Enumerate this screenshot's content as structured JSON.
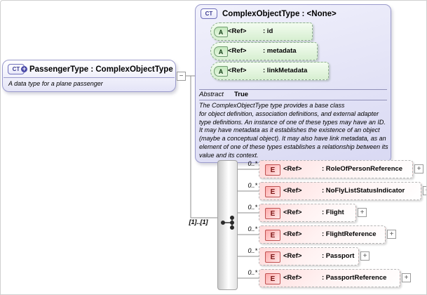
{
  "passenger": {
    "icon": "CT",
    "icon_plus": "+",
    "title": "PassengerType : ComplexObjectType",
    "description": "A data type for a plane passenger",
    "collapse_glyph": "−"
  },
  "cot": {
    "icon": "CT",
    "title": "ComplexObjectType : <None>",
    "attributes": [
      {
        "badge": "A",
        "ref": "<Ref>",
        "name": ": id"
      },
      {
        "badge": "A",
        "ref": "<Ref>",
        "name": ": metadata"
      },
      {
        "badge": "A",
        "ref": "<Ref>",
        "name": ": linkMetadata"
      }
    ],
    "abstract_label": "Abstract",
    "abstract_value": "True",
    "doc": "The ComplexObjectType type provides a base class\nfor object definition, association definitions, and external adapter\ntype definitions. An instance of one of these types may have an ID.\nIt may have metadata as it establishes the existence of an object\n(maybe a conceptual object). It may also have link metadata, as an\nelement of one of these types establishes a relationship between its\nvalue and its context."
  },
  "sequence": {
    "cardinality": "[1]..[1]",
    "elements": [
      {
        "badge": "E",
        "ref": "<Ref>",
        "name": ": RoleOfPersonReference",
        "occurs": "0..*",
        "expand": "+"
      },
      {
        "badge": "E",
        "ref": "<Ref>",
        "name": ": NoFlyListStatusIndicator",
        "occurs": "0..*",
        "expand": "+"
      },
      {
        "badge": "E",
        "ref": "<Ref>",
        "name": ": Flight",
        "occurs": "0..*",
        "expand": "+"
      },
      {
        "badge": "E",
        "ref": "<Ref>",
        "name": ": FlightReference",
        "occurs": "0..*",
        "expand": "+"
      },
      {
        "badge": "E",
        "ref": "<Ref>",
        "name": ": Passport",
        "occurs": "0..*",
        "expand": "+"
      },
      {
        "badge": "E",
        "ref": "<Ref>",
        "name": ": PassportReference",
        "occurs": "0..*",
        "expand": "+"
      }
    ]
  },
  "colors": {
    "type_box_fill": "#e2e2f6",
    "type_box_border": "#9b9bcc",
    "attribute_fill": "#d7efd1",
    "attribute_border": "#8fb08f",
    "element_fill": "#ffdbdb",
    "element_border": "#b5b5b5",
    "connector_line": "#8c8c8c"
  }
}
